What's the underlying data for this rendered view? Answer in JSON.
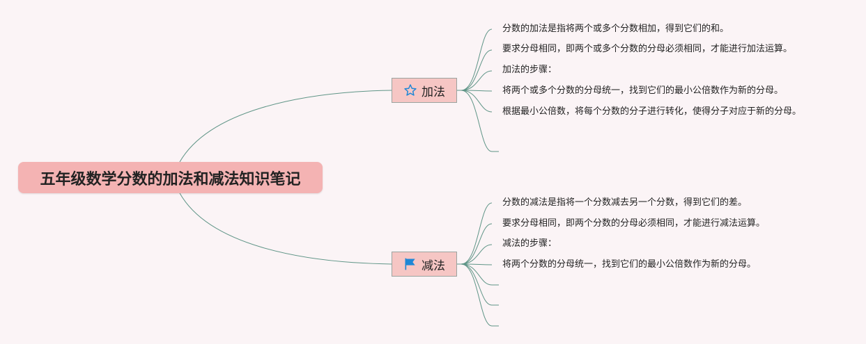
{
  "root": {
    "title": "五年级数学分数的加法和减法知识笔记"
  },
  "branches": [
    {
      "label": "加法",
      "icon": "star-icon",
      "items": [
        "分数的加法是指将两个或多个分数相加，得到它们的和。",
        "要求分母相同，即两个或多个分数的分母必须相同，才能进行加法运算。",
        "加法的步骤：",
        "将两个或多个分数的分母统一，找到它们的最小公倍数作为新的分母。",
        "根据最小公倍数，将每个分数的分子进行转化，使得分子对应于新的分母。",
        ""
      ]
    },
    {
      "label": "减法",
      "icon": "flag-icon",
      "items": [
        "分数的减法是指将一个分数减去另一个分数，得到它们的差。",
        "要求分母相同，即两个分数的分母必须相同，才能进行减法运算。",
        "减法的步骤：",
        "将两个分数的分母统一，找到它们的最小公倍数作为新的分母。",
        "",
        "",
        ""
      ]
    }
  ],
  "colors": {
    "line": "#5e9486",
    "root_fill": "#f4b3b3",
    "branch_fill": "#f6c6c4",
    "icon_blue": "#1f87d6"
  }
}
